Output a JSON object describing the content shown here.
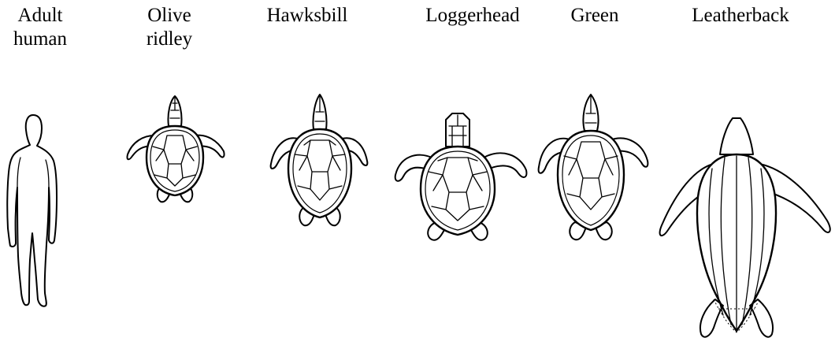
{
  "figure": {
    "title": "",
    "items": [
      {
        "id": "human",
        "label_lines": [
          "Adult",
          "human"
        ]
      },
      {
        "id": "olive",
        "label_lines": [
          "Olive",
          "ridley"
        ]
      },
      {
        "id": "hawksbill",
        "label_lines": [
          "Hawksbill"
        ]
      },
      {
        "id": "loggerhead",
        "label_lines": [
          "Loggerhead"
        ]
      },
      {
        "id": "green",
        "label_lines": [
          "Green"
        ]
      },
      {
        "id": "leatherback",
        "label_lines": [
          "Leatherback"
        ]
      }
    ]
  }
}
